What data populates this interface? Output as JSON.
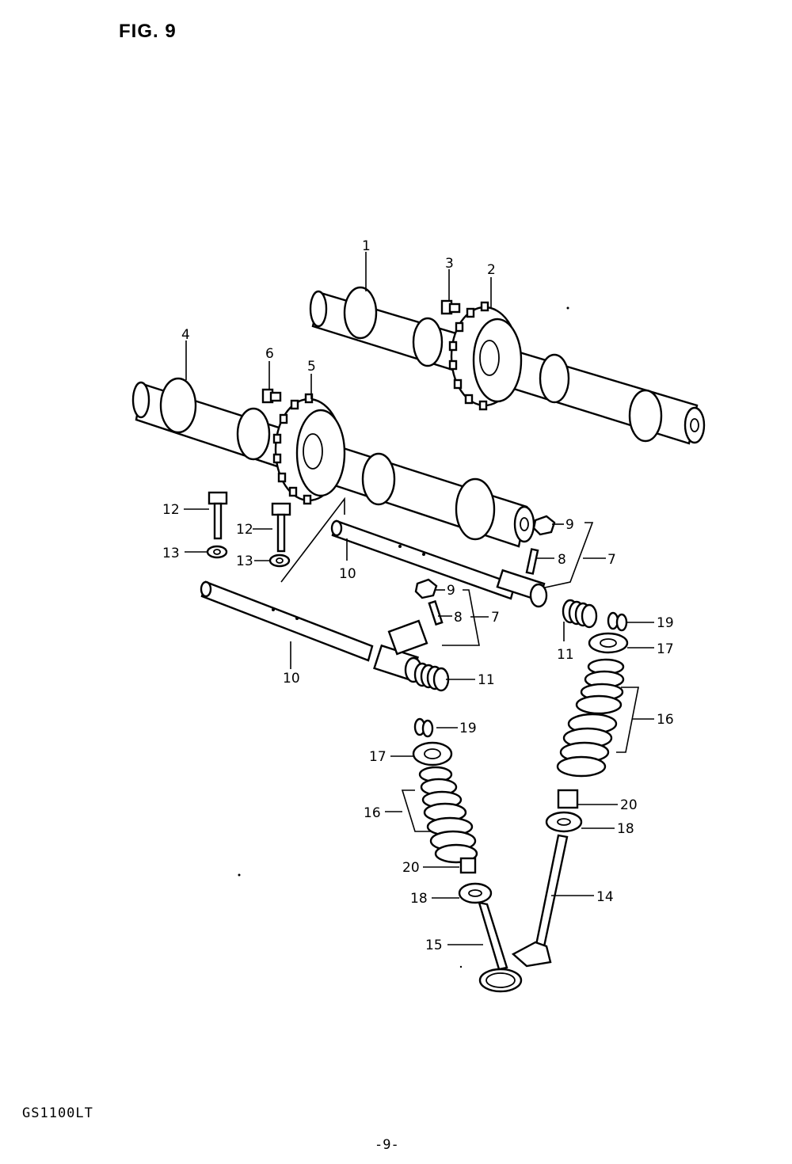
{
  "figure_title": "FIG. 9",
  "model_code": "GS1100LT",
  "page_number": "-9-",
  "callouts": {
    "c1": "1",
    "c2": "2",
    "c3": "3",
    "c4": "4",
    "c5": "5",
    "c6": "6",
    "c7a": "7",
    "c7b": "7",
    "c8a": "8",
    "c8b": "8",
    "c9a": "9",
    "c9b": "9",
    "c10a": "10",
    "c10b": "10",
    "c11a": "11",
    "c11b": "11",
    "c12a": "12",
    "c12b": "12",
    "c13a": "13",
    "c13b": "13",
    "c14": "14",
    "c15": "15",
    "c16a": "16",
    "c16b": "16",
    "c17a": "17",
    "c17b": "17",
    "c18a": "18",
    "c18b": "18",
    "c19a": "19",
    "c19b": "19",
    "c20a": "20",
    "c20b": "20"
  }
}
